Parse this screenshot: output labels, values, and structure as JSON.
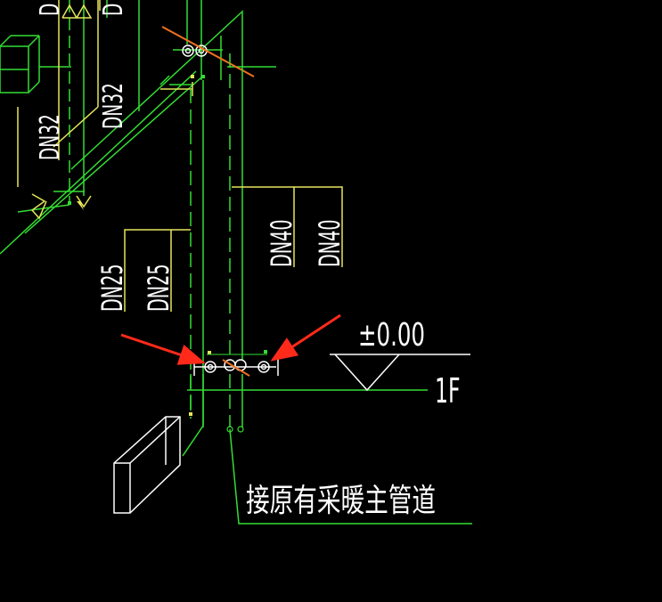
{
  "drawing": {
    "pipe_labels": {
      "dn32_left": "DN32",
      "dn32_right": "DN32",
      "dn25_left": "DN25",
      "dn25_right": "DN25",
      "dn40_left": "DN40",
      "dn40_right": "DN40"
    },
    "elevation": "±0.00",
    "floor": "1F",
    "note": "接原有采暖主管道"
  },
  "colors": {
    "background": "#000000",
    "pipe_green": "#33dd33",
    "leader_yellow": "#e6e65a",
    "text_white": "#ffffff",
    "accent_orange": "#f07020",
    "arrow_red": "#ff2a1a"
  }
}
